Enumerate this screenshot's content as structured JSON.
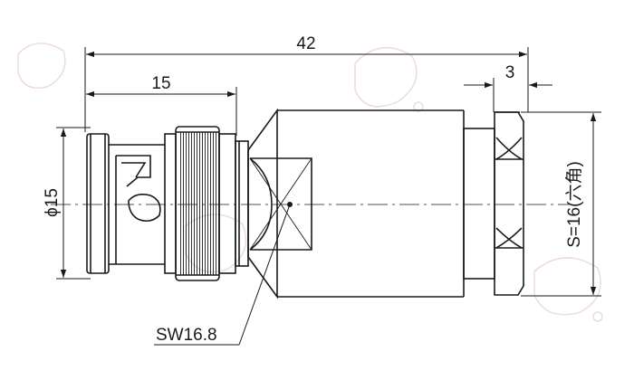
{
  "drawing": {
    "dimensions": {
      "overall_length": "42",
      "plug_length": "15",
      "nut_length": "3",
      "diameter": "ϕ15",
      "hex_size": "S=16(六角)",
      "wrench_flat": "SW16.8"
    },
    "colors": {
      "line": "#1a1a1a",
      "watermark": "#e9d3d3",
      "background": "#ffffff"
    }
  }
}
